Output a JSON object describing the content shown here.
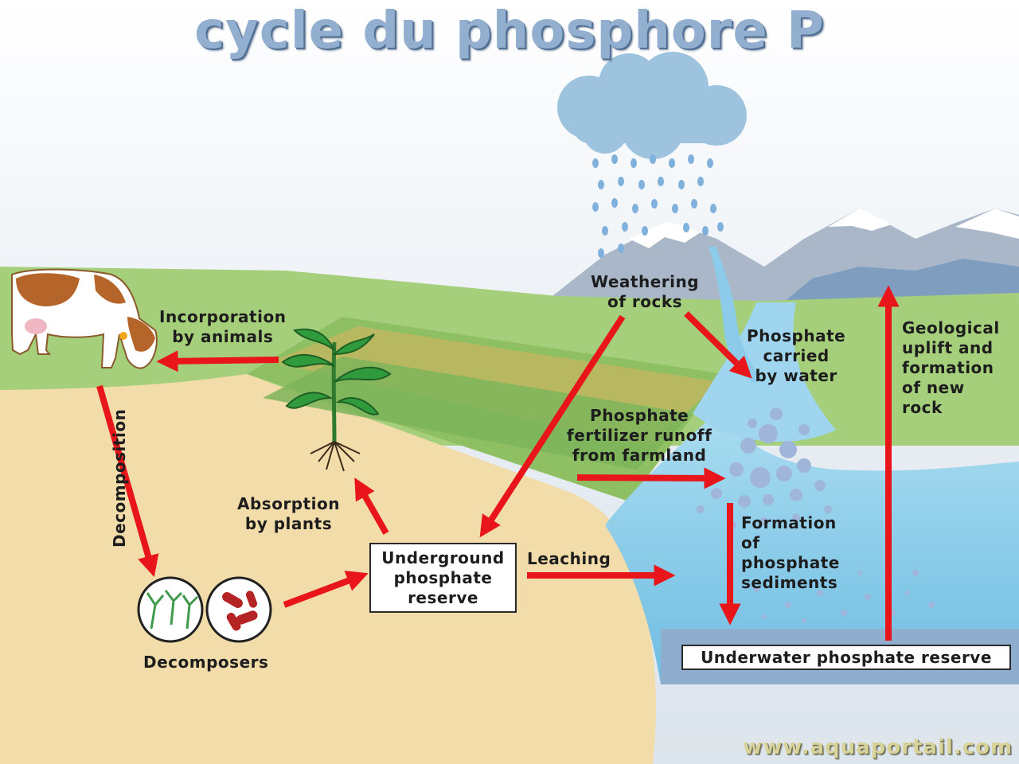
{
  "title": "cycle du phosphore P",
  "watermark": "www.aquaportail.com",
  "labels": {
    "incorporation": [
      "Incorporation",
      "by animals"
    ],
    "weathering": [
      "Weathering",
      "of rocks"
    ],
    "phosphate_carried": [
      "Phosphate",
      "carried",
      "by water"
    ],
    "geological": [
      "Geological",
      "uplift and",
      "formation",
      "of new",
      "rock"
    ],
    "fertilizer": [
      "Phosphate",
      "fertilizer runoff",
      "from farmland"
    ],
    "absorption": [
      "Absorption",
      "by plants"
    ],
    "decomposition": "Decomposition",
    "leaching": "Leaching",
    "formation_sediments": [
      "Formation",
      "of",
      "phosphate",
      "sediments"
    ],
    "decomposers": "Decomposers"
  },
  "boxes": {
    "underground": [
      "Underground",
      "phosphate",
      "reserve"
    ],
    "underwater": "Underwater phosphate reserve"
  },
  "colors": {
    "arrow": "#e8161a",
    "sky_top": "#dfe6ee",
    "grass": "#a5cf7a",
    "soil": "#f2dcaa",
    "water": "#7fc6e6",
    "cloud": "#9ec3df",
    "title": "#93afd0"
  }
}
